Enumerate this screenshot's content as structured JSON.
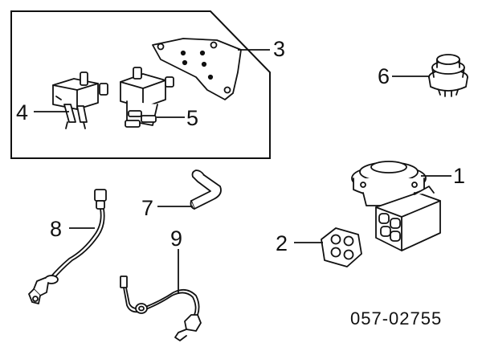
{
  "diagram": {
    "reference_code": "057-02755",
    "callouts": {
      "c1": "1",
      "c2": "2",
      "c3": "3",
      "c4": "4",
      "c5": "5",
      "c6": "6",
      "c7": "7",
      "c8": "8",
      "c9": "9"
    },
    "colors": {
      "ink": "#111111",
      "paper": "#ffffff"
    }
  }
}
